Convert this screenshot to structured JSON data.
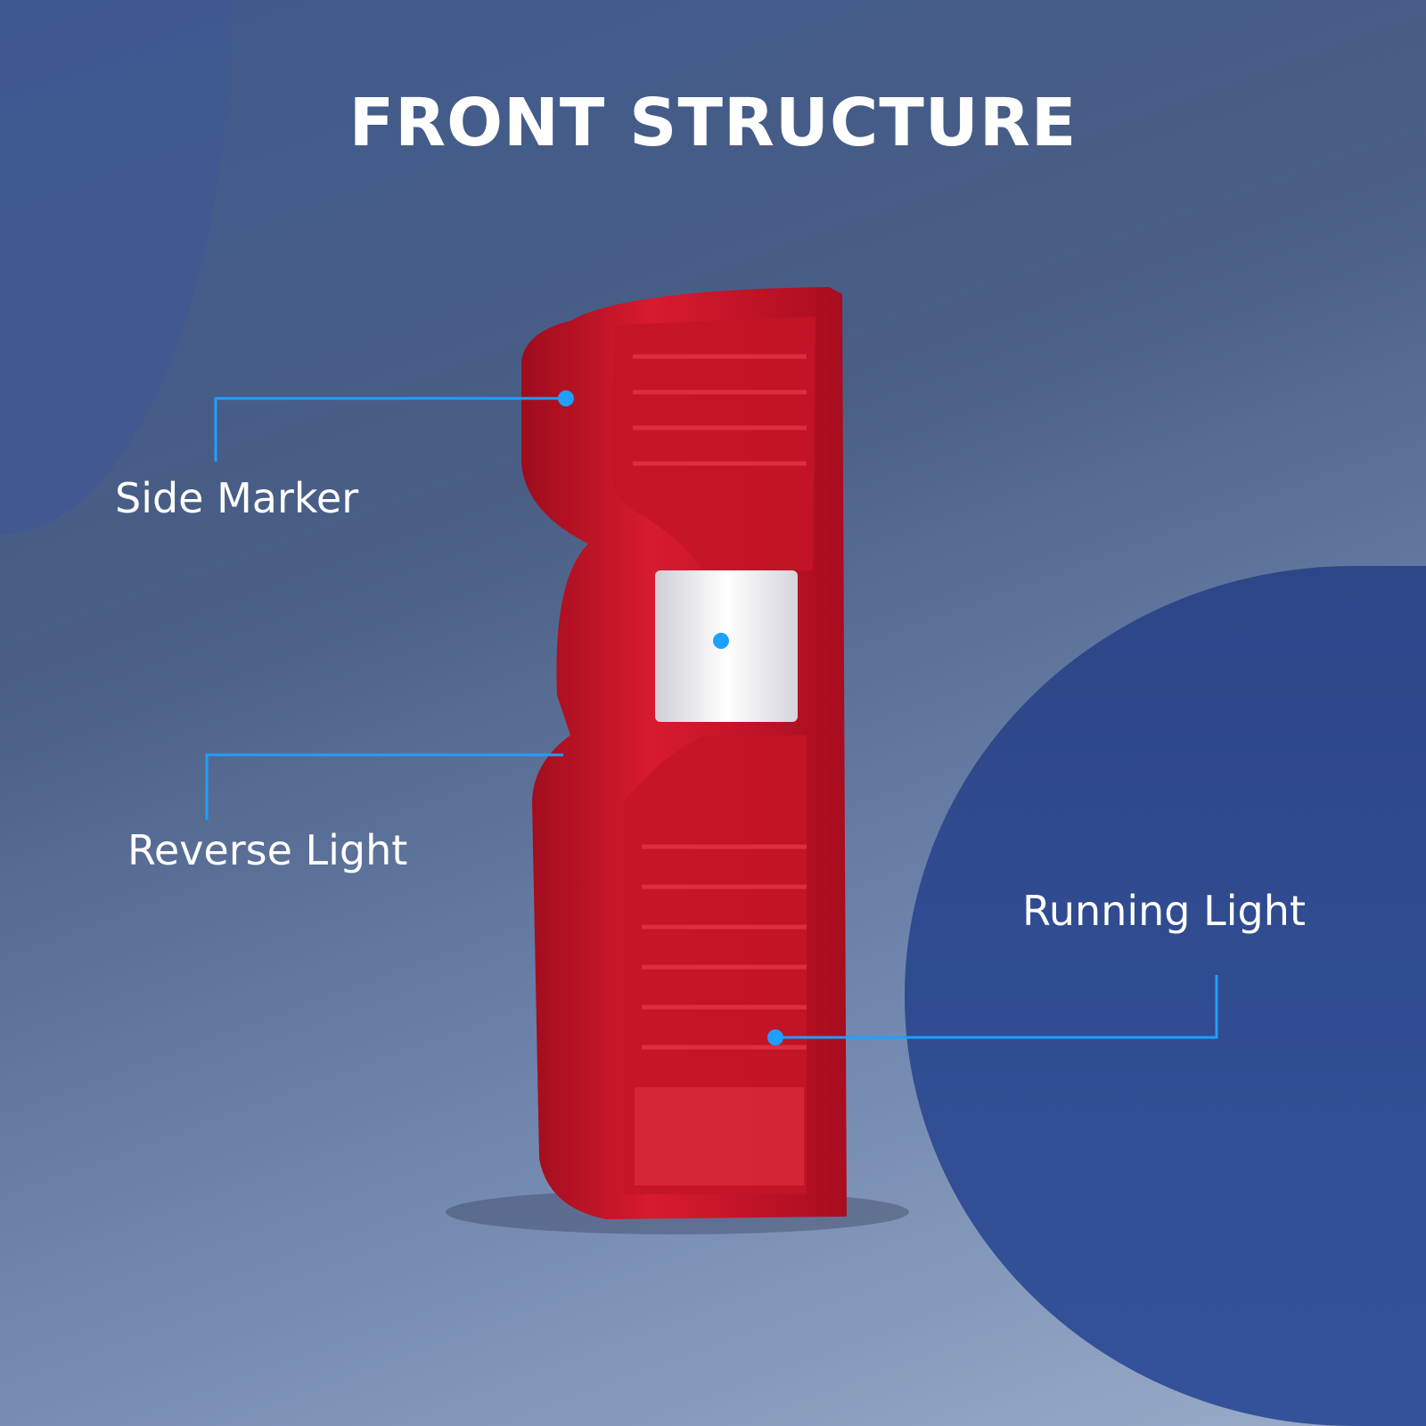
{
  "title": "FRONT STRUCTURE",
  "callouts": {
    "side_marker": "Side Marker",
    "reverse_light": "Reverse Light",
    "running_light": "Running Light"
  },
  "colors": {
    "accent_line": "#1ea0ff",
    "lamp_red": "#c8102e"
  }
}
